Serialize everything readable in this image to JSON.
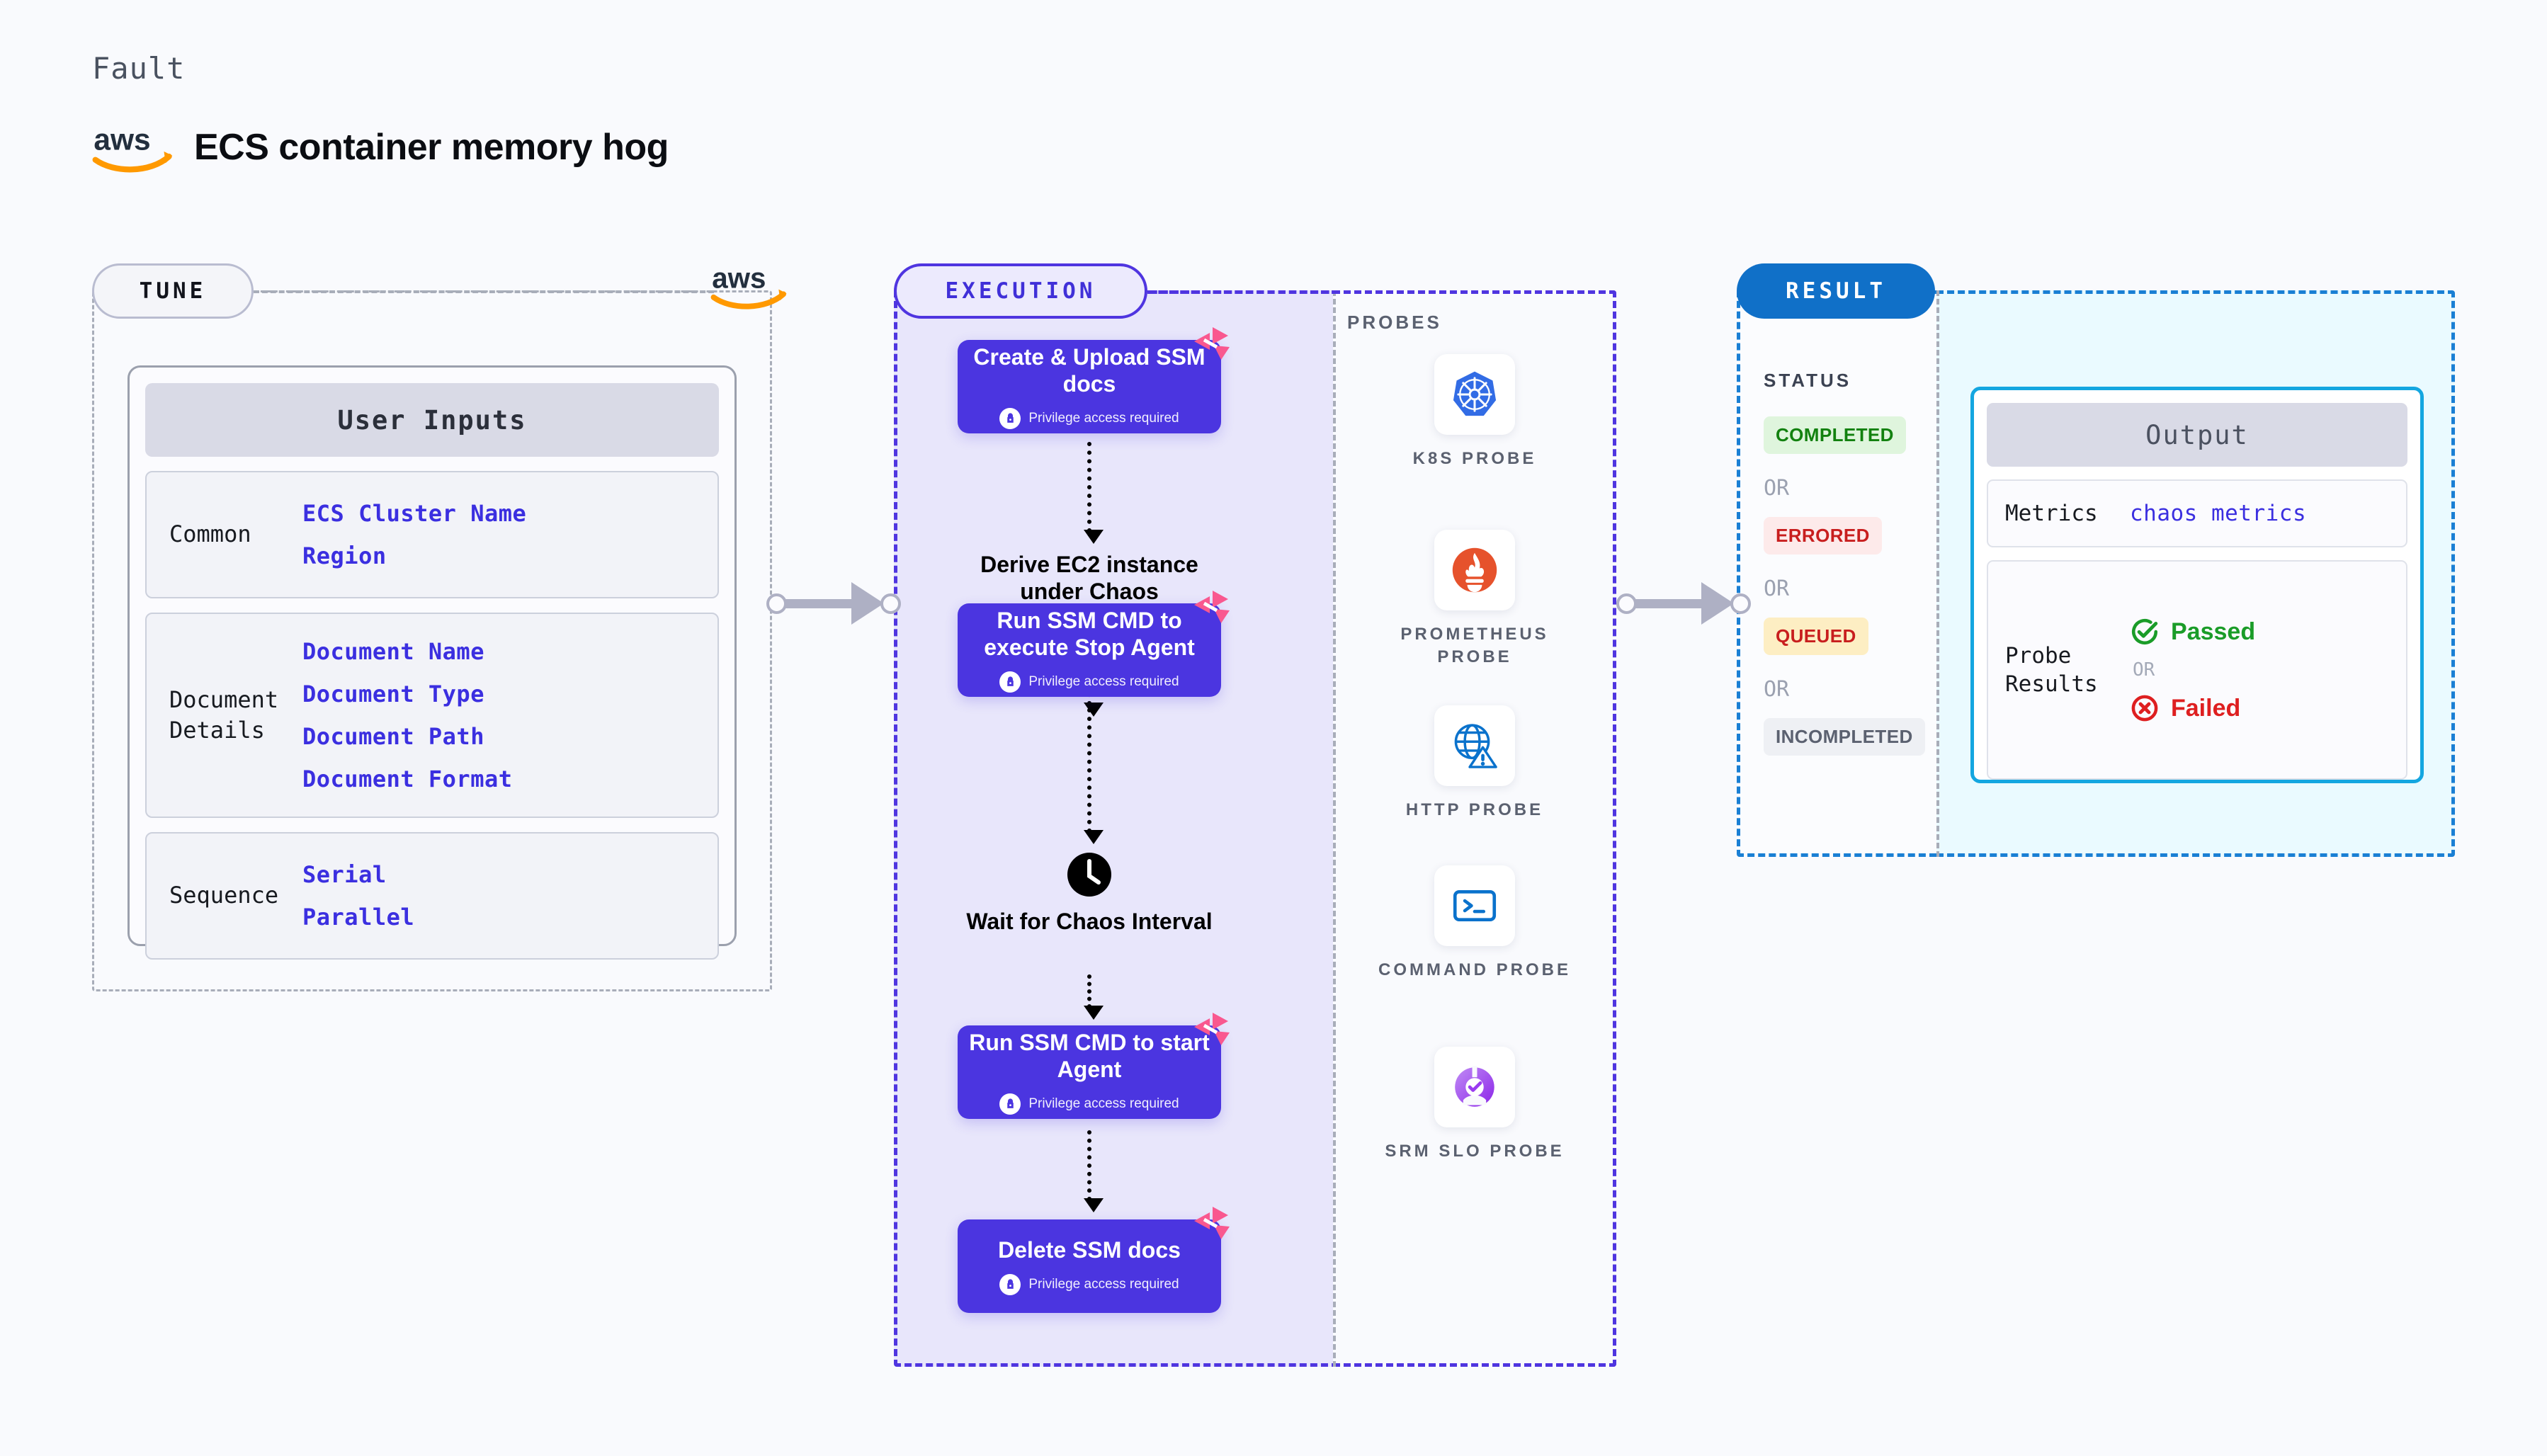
{
  "header": {
    "kicker": "Fault",
    "title": "ECS container memory hog",
    "logo_icon": "aws-logo"
  },
  "tune": {
    "badge": "TUNE",
    "logo_icon": "aws-logo",
    "card_title": "User Inputs",
    "groups": [
      {
        "label": "Common",
        "values": [
          "ECS Cluster Name",
          "Region"
        ]
      },
      {
        "label": "Document\nDetails",
        "values": [
          "Document Name",
          "Document Type",
          "Document Path",
          "Document Format"
        ]
      },
      {
        "label": "Sequence",
        "values": [
          "Serial",
          "Parallel"
        ]
      }
    ]
  },
  "execution": {
    "badge": "EXECUTION",
    "privilege_note": "Privilege access required",
    "steps": [
      {
        "type": "node",
        "title": "Create & Upload SSM docs",
        "privileged": true,
        "badge_icon": "litmus-icon"
      },
      {
        "type": "plain",
        "title": "Derive EC2 instance under Chaos"
      },
      {
        "type": "node",
        "title": "Run SSM CMD to execute Stop Agent",
        "privileged": true,
        "badge_icon": "litmus-icon"
      },
      {
        "type": "plain",
        "title": "Wait for Chaos Interval",
        "icon": "clock-icon"
      },
      {
        "type": "node",
        "title": "Run SSM CMD to start Agent",
        "privileged": true,
        "badge_icon": "litmus-icon"
      },
      {
        "type": "node",
        "title": "Delete SSM docs",
        "privileged": true,
        "badge_icon": "litmus-icon"
      }
    ]
  },
  "probes": {
    "label": "PROBES",
    "items": [
      {
        "label": "K8S PROBE",
        "icon": "kubernetes-icon"
      },
      {
        "label": "PROMETHEUS PROBE",
        "icon": "prometheus-icon"
      },
      {
        "label": "HTTP PROBE",
        "icon": "http-globe-icon"
      },
      {
        "label": "COMMAND PROBE",
        "icon": "terminal-icon"
      },
      {
        "label": "SRM SLO PROBE",
        "icon": "srm-slo-icon"
      }
    ]
  },
  "result": {
    "badge": "RESULT",
    "status_label": "STATUS",
    "or_label": "OR",
    "statuses": [
      {
        "label": "COMPLETED",
        "color": "#12810f",
        "bg": "#dff5dd"
      },
      {
        "label": "ERRORED",
        "color": "#c81e1e",
        "bg": "#fdeaea"
      },
      {
        "label": "QUEUED",
        "color": "#c81e1e",
        "bg": "#fdeec3"
      },
      {
        "label": "INCOMPLETED",
        "color": "#5b6170",
        "bg": "#eef0f4"
      }
    ],
    "output": {
      "title": "Output",
      "metrics_label": "Metrics",
      "metrics_value": "chaos metrics",
      "probe_label": "Probe Results",
      "passed": "Passed",
      "failed": "Failed",
      "or_label": "OR",
      "passed_icon": "check-circle-icon",
      "failed_icon": "x-circle-icon"
    }
  },
  "colors": {
    "page_bg": "#f9fafd",
    "node_purple": "#4b35e0",
    "exec_panel_bg": "#e8e6fb",
    "result_blue": "#1070c8",
    "output_border": "#14a6e0",
    "litmus_pink": "#f9588f"
  }
}
